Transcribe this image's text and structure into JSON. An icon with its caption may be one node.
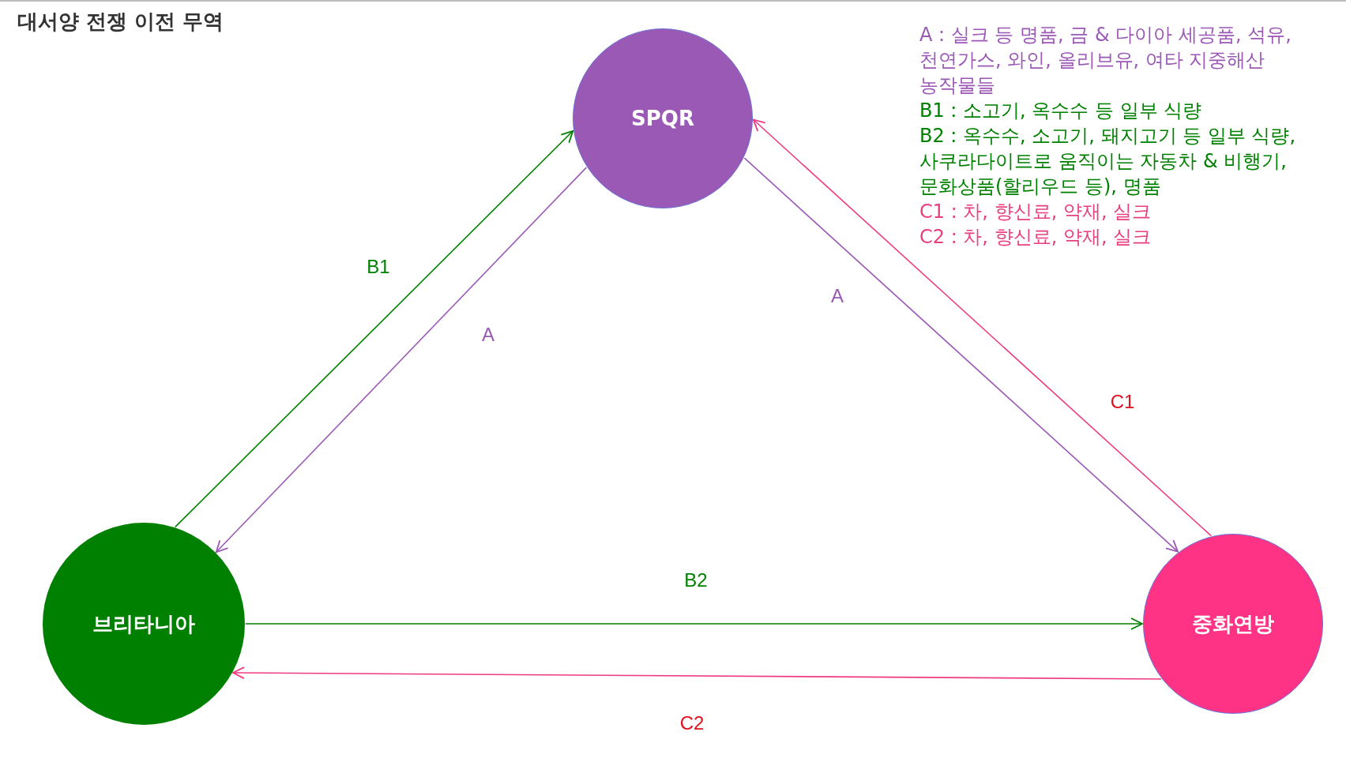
{
  "diagram": {
    "title": "대서양 전쟁 이전 무역",
    "nodes": [
      {
        "text": [
          "SPQR"
        ]
      },
      {
        "text": [
          "브리타니아"
        ]
      },
      {
        "text": [
          "중화연방"
        ]
      }
    ],
    "edges": [
      {
        "from": 1,
        "to": 0,
        "arrow": "to",
        "label": "B1",
        "color": "#008000"
      },
      {
        "from": 0,
        "to": 1,
        "arrow": "to",
        "label": "A",
        "color": "#9b59b6"
      },
      {
        "from": 0,
        "to": 2,
        "arrow": "to",
        "label": "A",
        "color": "#9b59b6"
      },
      {
        "from": 2,
        "to": 0,
        "arrow": "to",
        "label": "C1",
        "color": "#ee3b80"
      },
      {
        "from": 1,
        "to": 2,
        "arrow": "to",
        "label": "B2",
        "color": "#008000"
      },
      {
        "from": 2,
        "to": 1,
        "arrow": "to",
        "label": "C2",
        "color": "#ee3b80"
      }
    ],
    "labels": [
      "A : 실크 등 명품, 금 & 다이아 세공품, 석유, 천연가스, 와인, 올리브유, 여타 지중해산 농작물들",
      "B1 : 소고기, 옥수수 등 일부 식량",
      "B2 : 옥수수, 소고기, 돼지고기 등 일부 식량, 사쿠라다이트로 움직이는 자동차 & 비행기, 문화상품(할리우드 등), 명품",
      "C1 : 차, 향신료, 약재, 실크",
      "C2 : 차, 향신료, 약재, 실크"
    ]
  }
}
